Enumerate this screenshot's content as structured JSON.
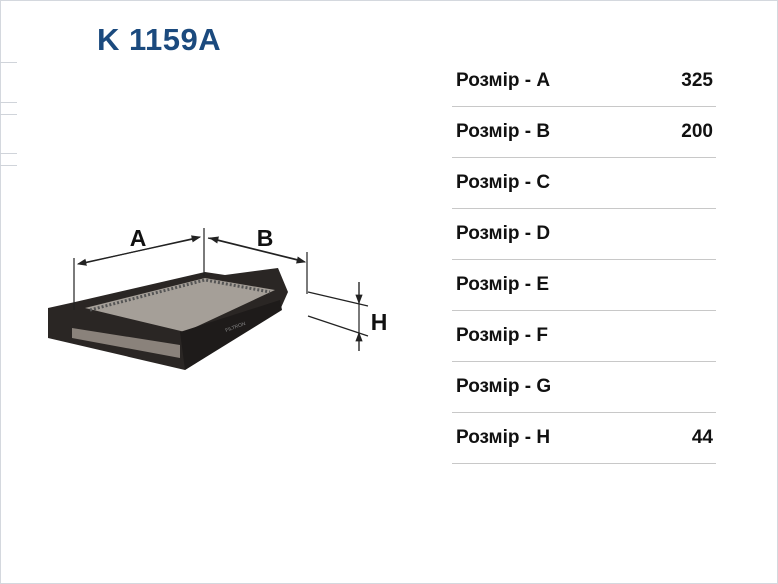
{
  "title": "K 1159A",
  "figure": {
    "labels": {
      "a": "A",
      "b": "B",
      "h": "H"
    },
    "brand_print": "FILTRON"
  },
  "dimensions": [
    {
      "label": "Розмір - A",
      "value": "325"
    },
    {
      "label": "Розмір - B",
      "value": "200"
    },
    {
      "label": "Розмір - C",
      "value": ""
    },
    {
      "label": "Розмір - D",
      "value": ""
    },
    {
      "label": "Розмір - E",
      "value": ""
    },
    {
      "label": "Розмір - F",
      "value": ""
    },
    {
      "label": "Розмір - G",
      "value": ""
    },
    {
      "label": "Розмір - H",
      "value": "44"
    }
  ]
}
